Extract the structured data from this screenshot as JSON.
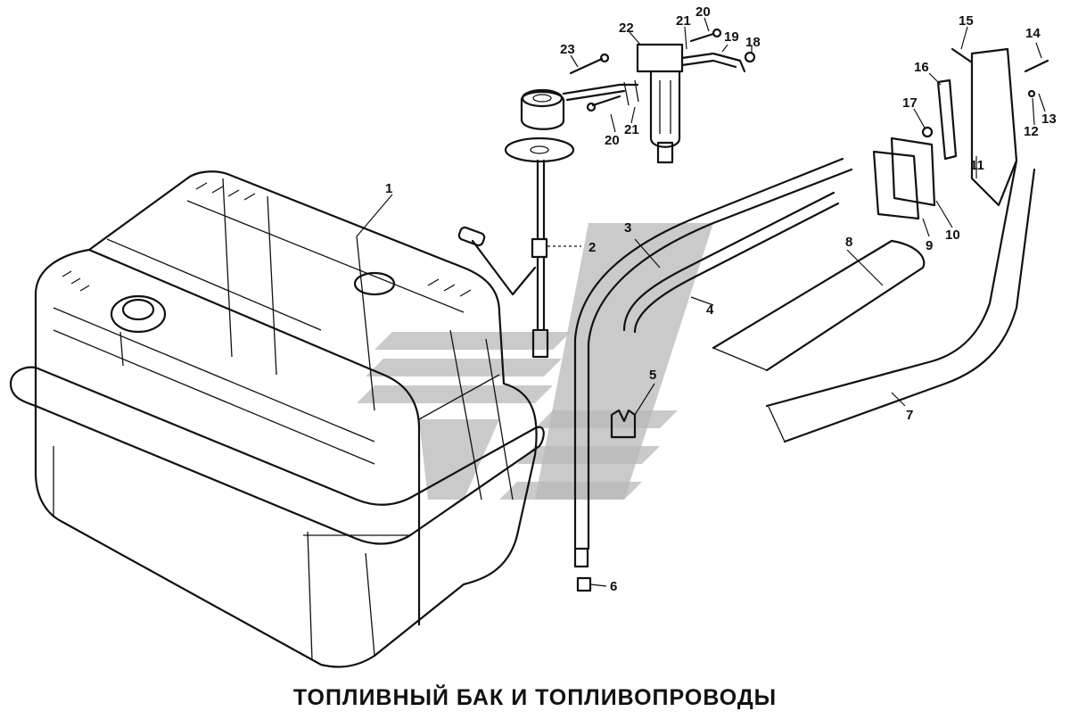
{
  "title": "ТОПЛИВНЫЙ БАК И ТОПЛИВОПРОВОДЫ",
  "callouts": [
    "1",
    "2",
    "3",
    "4",
    "5",
    "6",
    "7",
    "8",
    "9",
    "10",
    "11",
    "12",
    "13",
    "14",
    "15",
    "16",
    "17",
    "18",
    "19",
    "20",
    "20",
    "21",
    "21",
    "22",
    "23"
  ],
  "colors": {
    "ink": "#111111",
    "watermark": "#b8b8b8",
    "background": "#ffffff"
  }
}
